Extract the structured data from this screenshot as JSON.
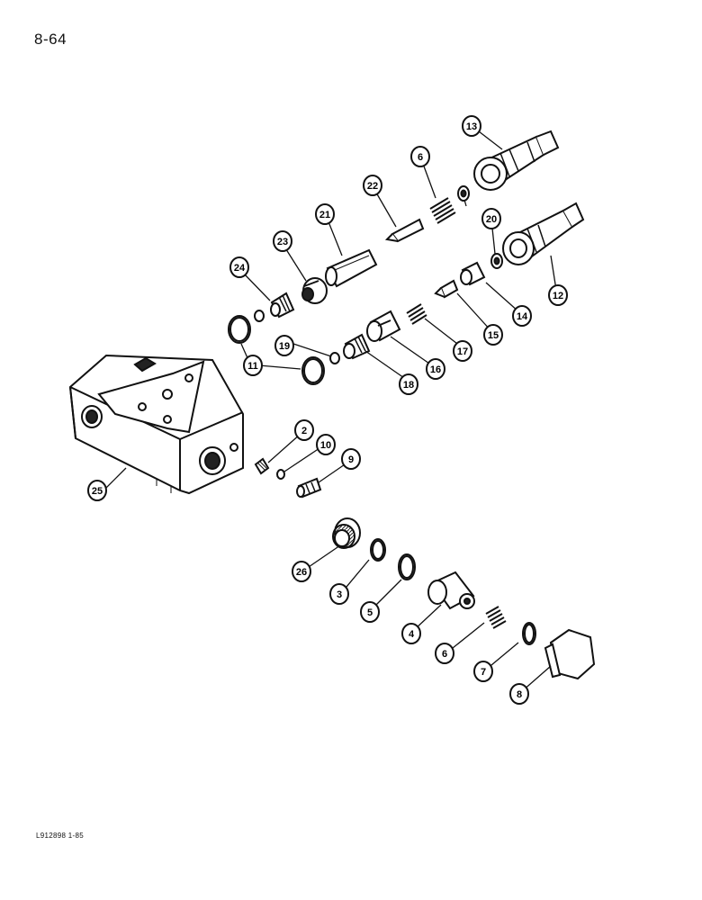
{
  "page": {
    "number": "8-64",
    "footer_code": "L912898 1-85"
  },
  "callouts": [
    {
      "id": "c13",
      "label": "13"
    },
    {
      "id": "c6a",
      "label": "6"
    },
    {
      "id": "c22",
      "label": "22"
    },
    {
      "id": "c21",
      "label": "21"
    },
    {
      "id": "c20",
      "label": "20"
    },
    {
      "id": "c23",
      "label": "23"
    },
    {
      "id": "c24",
      "label": "24"
    },
    {
      "id": "c12",
      "label": "12"
    },
    {
      "id": "c14",
      "label": "14"
    },
    {
      "id": "c15",
      "label": "15"
    },
    {
      "id": "c17",
      "label": "17"
    },
    {
      "id": "c19",
      "label": "19"
    },
    {
      "id": "c11",
      "label": "11"
    },
    {
      "id": "c16",
      "label": "16"
    },
    {
      "id": "c18",
      "label": "18"
    },
    {
      "id": "c2",
      "label": "2"
    },
    {
      "id": "c10",
      "label": "10"
    },
    {
      "id": "c9",
      "label": "9"
    },
    {
      "id": "c25",
      "label": "25"
    },
    {
      "id": "c26",
      "label": "26"
    },
    {
      "id": "c3",
      "label": "3"
    },
    {
      "id": "c5",
      "label": "5"
    },
    {
      "id": "c4",
      "label": "4"
    },
    {
      "id": "c6b",
      "label": "6"
    },
    {
      "id": "c7",
      "label": "7"
    },
    {
      "id": "c8",
      "label": "8"
    }
  ]
}
